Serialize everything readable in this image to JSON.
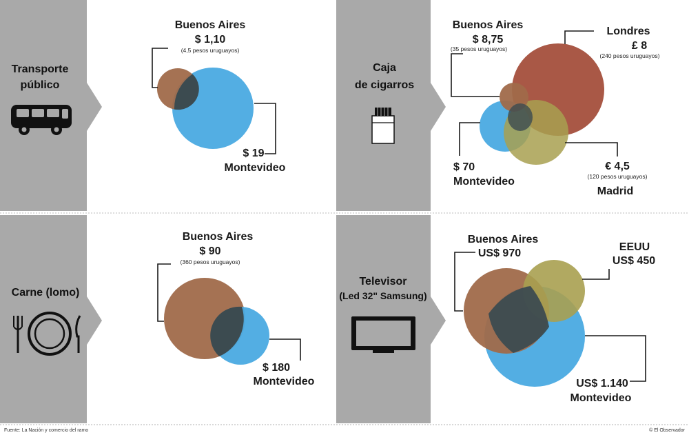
{
  "colors": {
    "buenos_aires": "#A06A4A",
    "montevideo": "#4AAAE2",
    "londres": "#A04632",
    "madrid": "#A8A050",
    "eeuu": "#A8A050",
    "panel_gray": "#A9A9A9",
    "overlap": "#3C4B50"
  },
  "panels": [
    {
      "category": [
        "Transporte",
        "público"
      ],
      "icon": "bus-icon",
      "cities": [
        {
          "name": "Buenos Aires",
          "price": "$ 1,10",
          "note": "(4,5 pesos uruguayos)"
        },
        {
          "name": "Montevideo",
          "price": "$ 19",
          "note": ""
        }
      ]
    },
    {
      "category": [
        "Caja",
        "de cigarros"
      ],
      "icon": "cigarette-box-icon",
      "cities": [
        {
          "name": "Buenos Aires",
          "price": "$ 8,75",
          "note": "(35 pesos uruguayos)"
        },
        {
          "name": "Londres",
          "price": "£ 8",
          "note": "(240 pesos uruguayos)"
        },
        {
          "name": "Montevideo",
          "price": "$ 70",
          "note": ""
        },
        {
          "name": "Madrid",
          "price": "€ 4,5",
          "note": "(120 pesos uruguayos)"
        }
      ]
    },
    {
      "category": [
        "Carne (lomo)"
      ],
      "icon": "plate-cutlery-icon",
      "cities": [
        {
          "name": "Buenos Aires",
          "price": "$ 90",
          "note": "(360 pesos uruguayos)"
        },
        {
          "name": "Montevideo",
          "price": "$ 180",
          "note": ""
        }
      ]
    },
    {
      "category": [
        "Televisor",
        "(Led 32\" Samsung)"
      ],
      "icon": "tv-icon",
      "cities": [
        {
          "name": "Buenos Aires",
          "price": "US$ 970",
          "note": ""
        },
        {
          "name": "EEUU",
          "price": "US$ 450",
          "note": ""
        },
        {
          "name": "Montevideo",
          "price": "US$ 1.140",
          "note": ""
        }
      ]
    }
  ],
  "footer": {
    "source": "Fuente: La Nación y comercio del ramo",
    "credit": "© El Observador"
  }
}
